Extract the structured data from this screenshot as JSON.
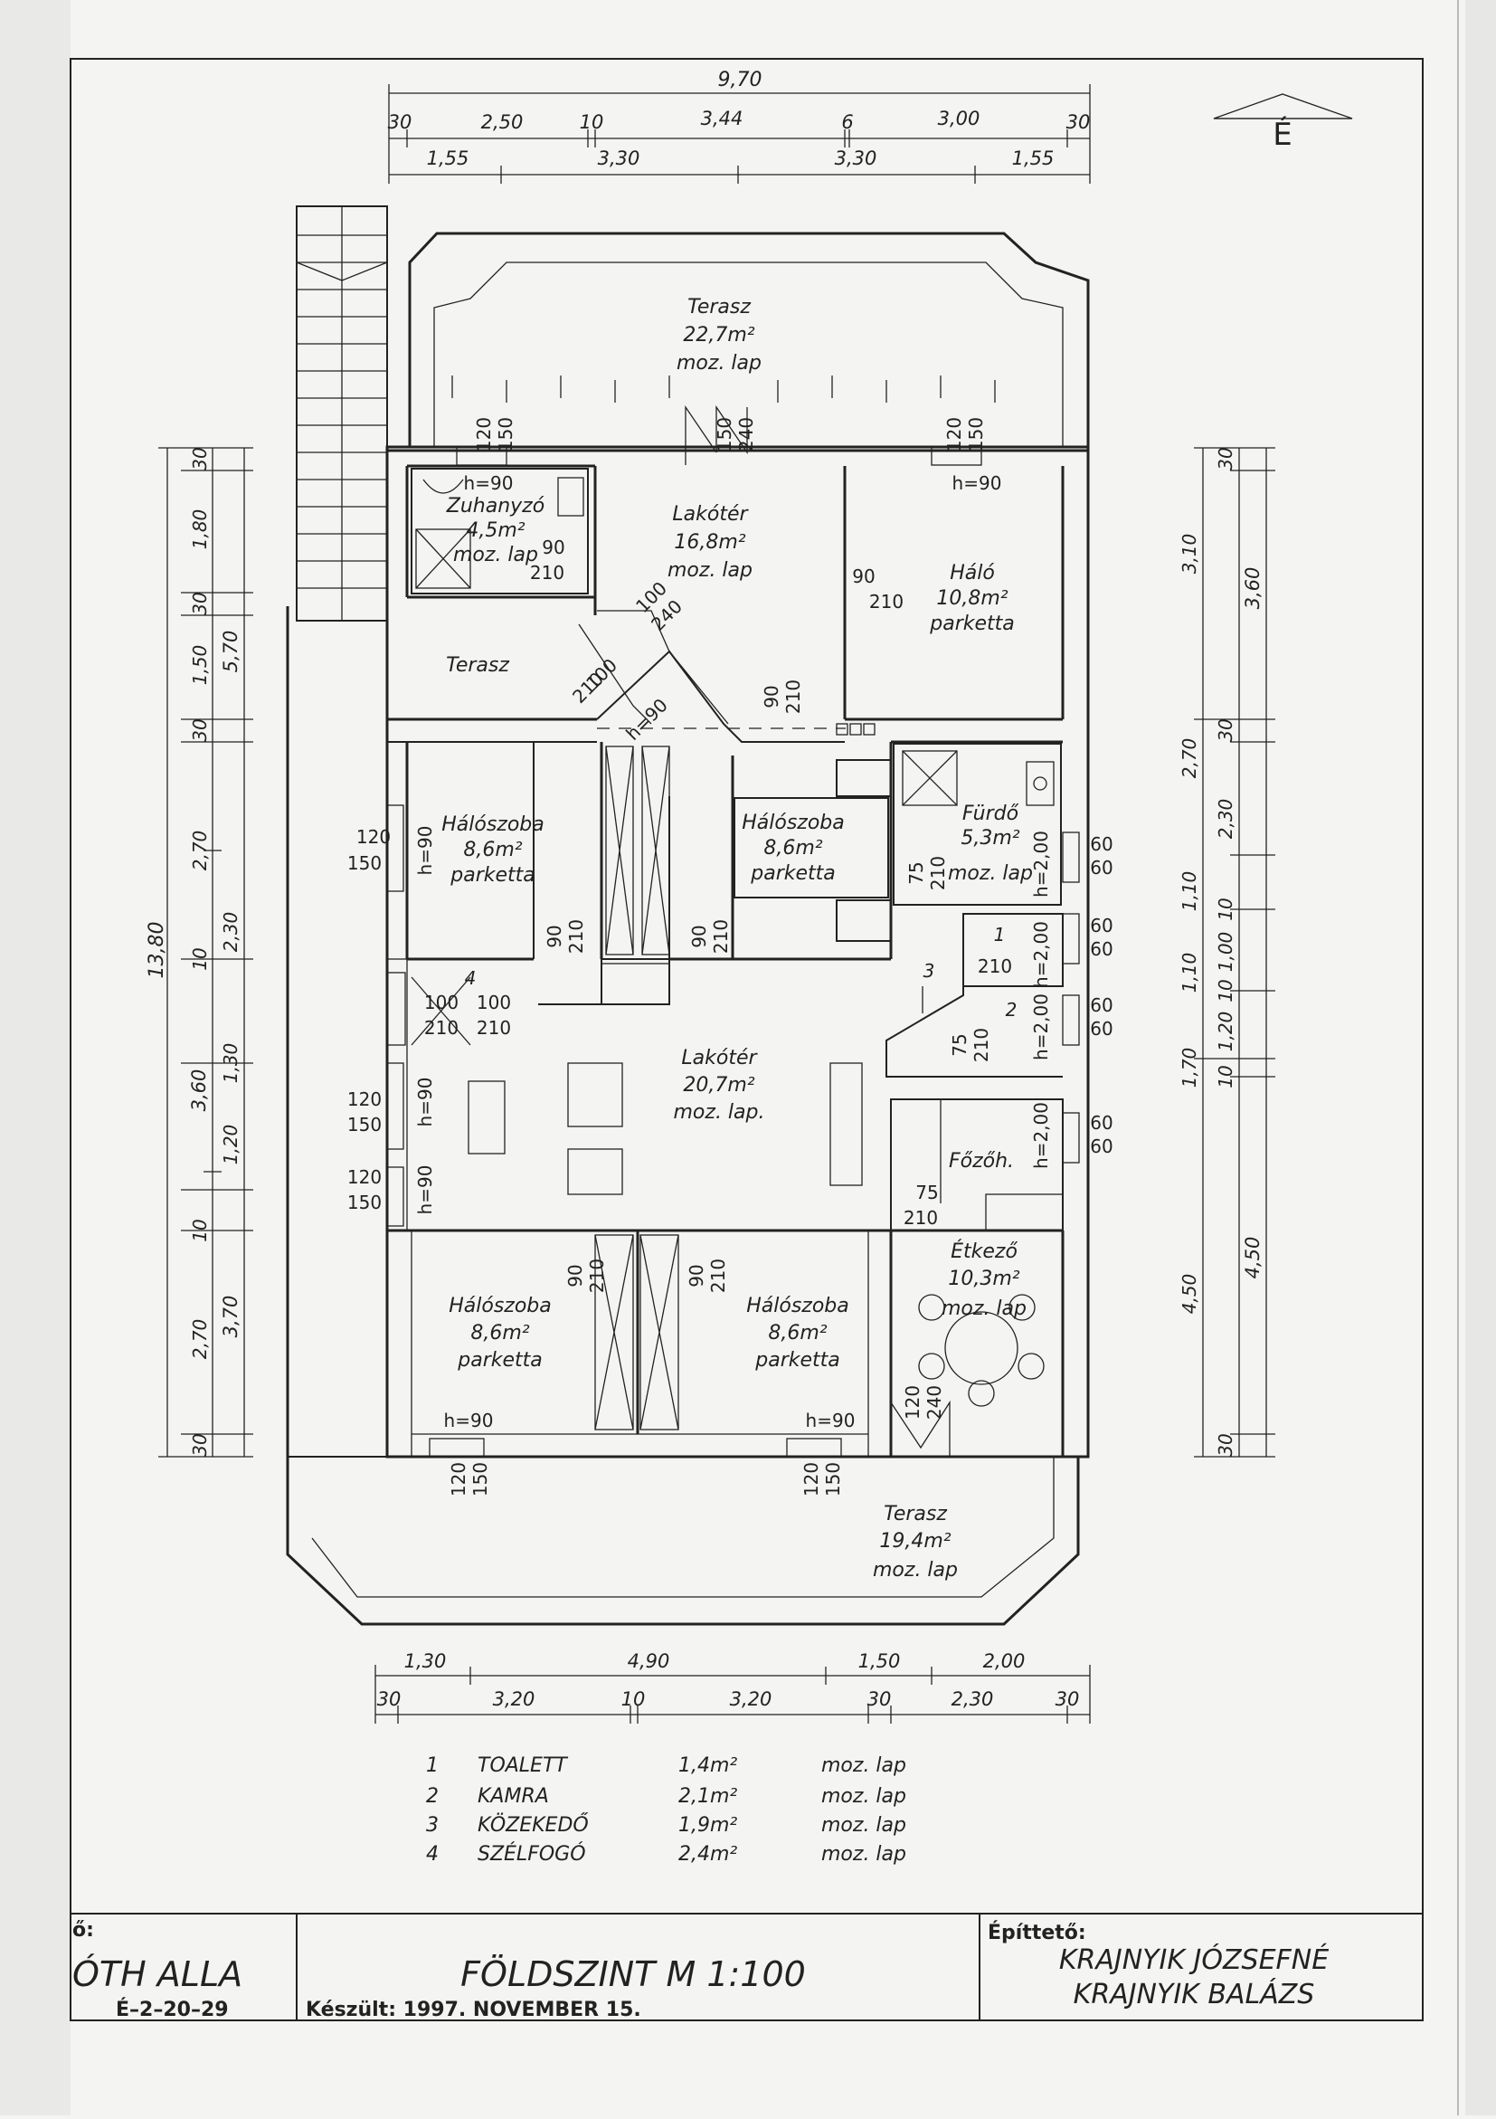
{
  "plan": {
    "dims_top": {
      "overall": "9,70",
      "row1": [
        "30",
        "2,50",
        "10",
        "3,44",
        "6",
        "3,00",
        "30"
      ],
      "row2": [
        "1,55",
        "3,30",
        "3,30",
        "1,55"
      ]
    },
    "dims_bottom": {
      "row1": [
        "1,30",
        "4,90",
        "1,50",
        "2,00"
      ],
      "row2": [
        "30",
        "3,20",
        "10",
        "3,20",
        "30",
        "2,30",
        "30"
      ]
    },
    "dims_left": {
      "total": "13,80",
      "outer": [
        "5,70",
        "3,60",
        "3,70"
      ],
      "inner": [
        "30",
        "1,80",
        "30",
        "1,50",
        "30",
        "2,70",
        "10",
        "2,30",
        "1,30",
        "1,20",
        "10",
        "2,70",
        "30"
      ]
    },
    "dims_right": {
      "outer": [
        "3,60",
        "4,50"
      ],
      "mid": [
        "30",
        "3,10",
        "2,70",
        "1,10",
        "1,10",
        "1,70",
        "4,50",
        "30"
      ],
      "inner": [
        "30",
        "2,30",
        "10",
        "1,00",
        "10",
        "1,20",
        "10"
      ]
    },
    "north": "É",
    "rooms": [
      {
        "name": "Terasz",
        "area": "22,7m²",
        "floor": "moz. lap"
      },
      {
        "name": "Zuhanyzó",
        "area": "4,5m²",
        "floor": "moz. lap"
      },
      {
        "name": "Lakótér",
        "area": "16,8m²",
        "floor": "moz. lap"
      },
      {
        "name": "Háló",
        "area": "10,8m²",
        "floor": "parketta"
      },
      {
        "name": "Terasz",
        "area": "",
        "floor": ""
      },
      {
        "name": "Hálószoba",
        "area": "8,6m²",
        "floor": "parketta"
      },
      {
        "name": "Hálószoba",
        "area": "8,6m²",
        "floor": "parketta"
      },
      {
        "name": "Fürdő",
        "area": "5,3m²",
        "floor": "moz. lap"
      },
      {
        "name": "Lakótér",
        "area": "20,7m²",
        "floor": "moz. lap."
      },
      {
        "name": "Főzőh.",
        "area": "",
        "floor": ""
      },
      {
        "name": "Étkező",
        "area": "10,3m²",
        "floor": "moz. lap"
      },
      {
        "name": "Hálószoba",
        "area": "8,6m²",
        "floor": "parketta"
      },
      {
        "name": "Hálószoba",
        "area": "8,6m²",
        "floor": "parketta"
      },
      {
        "name": "Terasz",
        "area": "19,4m²",
        "floor": "moz. lap"
      }
    ],
    "openings": {
      "w_120_150": [
        "120",
        "150"
      ],
      "d_150_240": [
        "150",
        "240"
      ],
      "d_90_210": [
        "90",
        "210"
      ],
      "d_100_210": [
        "100",
        "210"
      ],
      "d_100_240": [
        "100",
        "240"
      ],
      "d_75_210": [
        "75",
        "210"
      ],
      "d_120_240": [
        "120",
        "240"
      ],
      "w_60_60": [
        "60",
        "60"
      ],
      "h90": "h=90",
      "h200": "h=2,00",
      "num1": "1",
      "num2": "2",
      "num3": "3",
      "num4": "4"
    },
    "legend": [
      {
        "no": "1",
        "name": "TOALETT",
        "area": "1,4m²",
        "floor": "moz. lap"
      },
      {
        "no": "2",
        "name": "KAMRA",
        "area": "2,1m²",
        "floor": "moz. lap"
      },
      {
        "no": "3",
        "name": "KÖZEKEDŐ",
        "area": "1,9m²",
        "floor": "moz. lap"
      },
      {
        "no": "4",
        "name": "SZÉLFOGÓ",
        "area": "2,4m²",
        "floor": "moz. lap"
      }
    ]
  },
  "title_block": {
    "designer_label": "ő:",
    "designer_name": "ÓTH ALLA",
    "designer_code": "É–2–20–29",
    "title": "FÖLDSZINT   M  1:100",
    "date": "Készült: 1997. NOVEMBER 15.",
    "client_label": "Építtető:",
    "client_1": "KRAJNYIK JÓZSEFNÉ",
    "client_2": "KRAJNYIK BALÁZS"
  }
}
